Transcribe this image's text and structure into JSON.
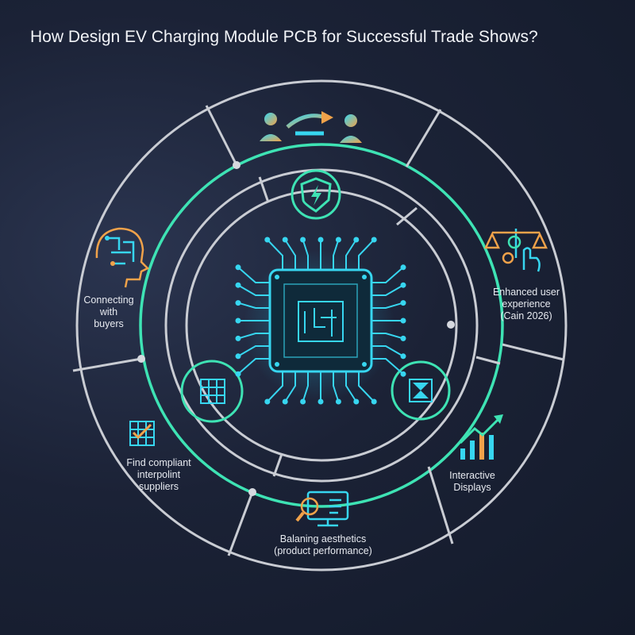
{
  "title": "How Design EV Charging Module PCB for Successful Trade Shows?",
  "segments": {
    "connecting": "Connecting\nwith\nbuyers",
    "enhanced": "Enhanced user\nexperience\n(Cain 2026)",
    "compliant": "Find compliant\ninterpolint\nsuppliers",
    "interactive": "Interactive\nDisplays",
    "balancing": "Balaning aesthetics\n(product performance)"
  },
  "icons": {
    "top": "handshake-transfer-icon",
    "left": "brain-circuit-icon",
    "right": "scales-gear-hand-icon",
    "bottom_left": "grid-checklist-icon",
    "bottom_right": "rising-bar-chart-icon",
    "bottom": "monitor-magnifier-icon",
    "inner_top": "shield-lightning-icon",
    "inner_left": "grid-panel-icon",
    "inner_right": "fan-module-icon",
    "center": "microchip-icon"
  },
  "colors": {
    "ring": "#c9ccd3",
    "accent": "#3ee3b4",
    "cyan": "#37d6f0",
    "orange": "#f0a24a"
  }
}
